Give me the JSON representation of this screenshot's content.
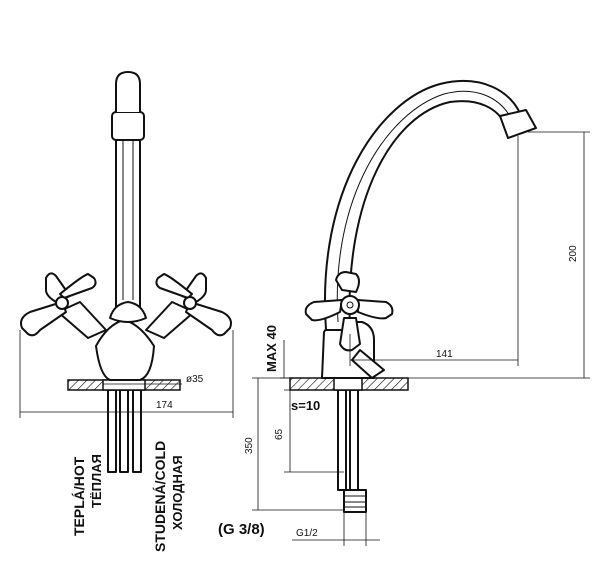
{
  "labels": {
    "warm": "TEPLÁ/HOT",
    "warm_ru": "ТЁПЛАЯ",
    "cold": "STUDENÁ/COLD",
    "cold_ru": "ХОЛОДНАЯ",
    "max": "MAX 40",
    "thickness": "s=10",
    "thread": "(G 3/8)",
    "connection": "G1/2"
  },
  "dimensions": {
    "diameter": "ø35",
    "width": "174",
    "height": "200",
    "reach": "141",
    "length": "350",
    "depth": "65"
  }
}
